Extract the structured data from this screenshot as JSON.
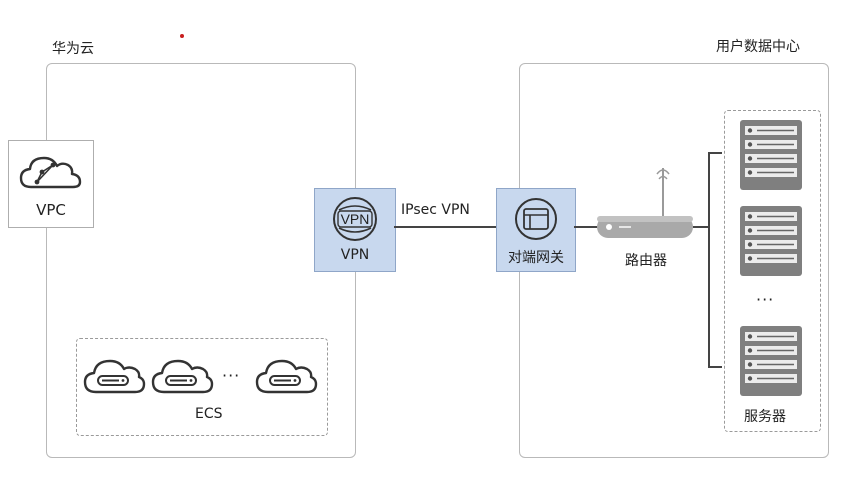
{
  "cloud": {
    "title": "华为云"
  },
  "vpc": {
    "label": "VPC",
    "icon": "cloud-network-icon"
  },
  "ecs": {
    "label": "ECS",
    "ellipsis": "···",
    "icon": "cloud-server-icon"
  },
  "vpn": {
    "icon_text": "VPN",
    "label": "VPN"
  },
  "link": {
    "label": "IPsec VPN"
  },
  "gateway": {
    "label": "对端网关",
    "icon": "gateway-icon"
  },
  "router": {
    "label": "路由器",
    "icon": "router-icon"
  },
  "datacenter": {
    "title": "用户数据中心"
  },
  "servers": {
    "label": "服务器",
    "ellipsis": "···",
    "icon": "server-rack-icon"
  },
  "colors": {
    "node_fill": "#c8d8ee",
    "node_border": "#8fa6c8",
    "accent_dot": "#c81e1e"
  }
}
